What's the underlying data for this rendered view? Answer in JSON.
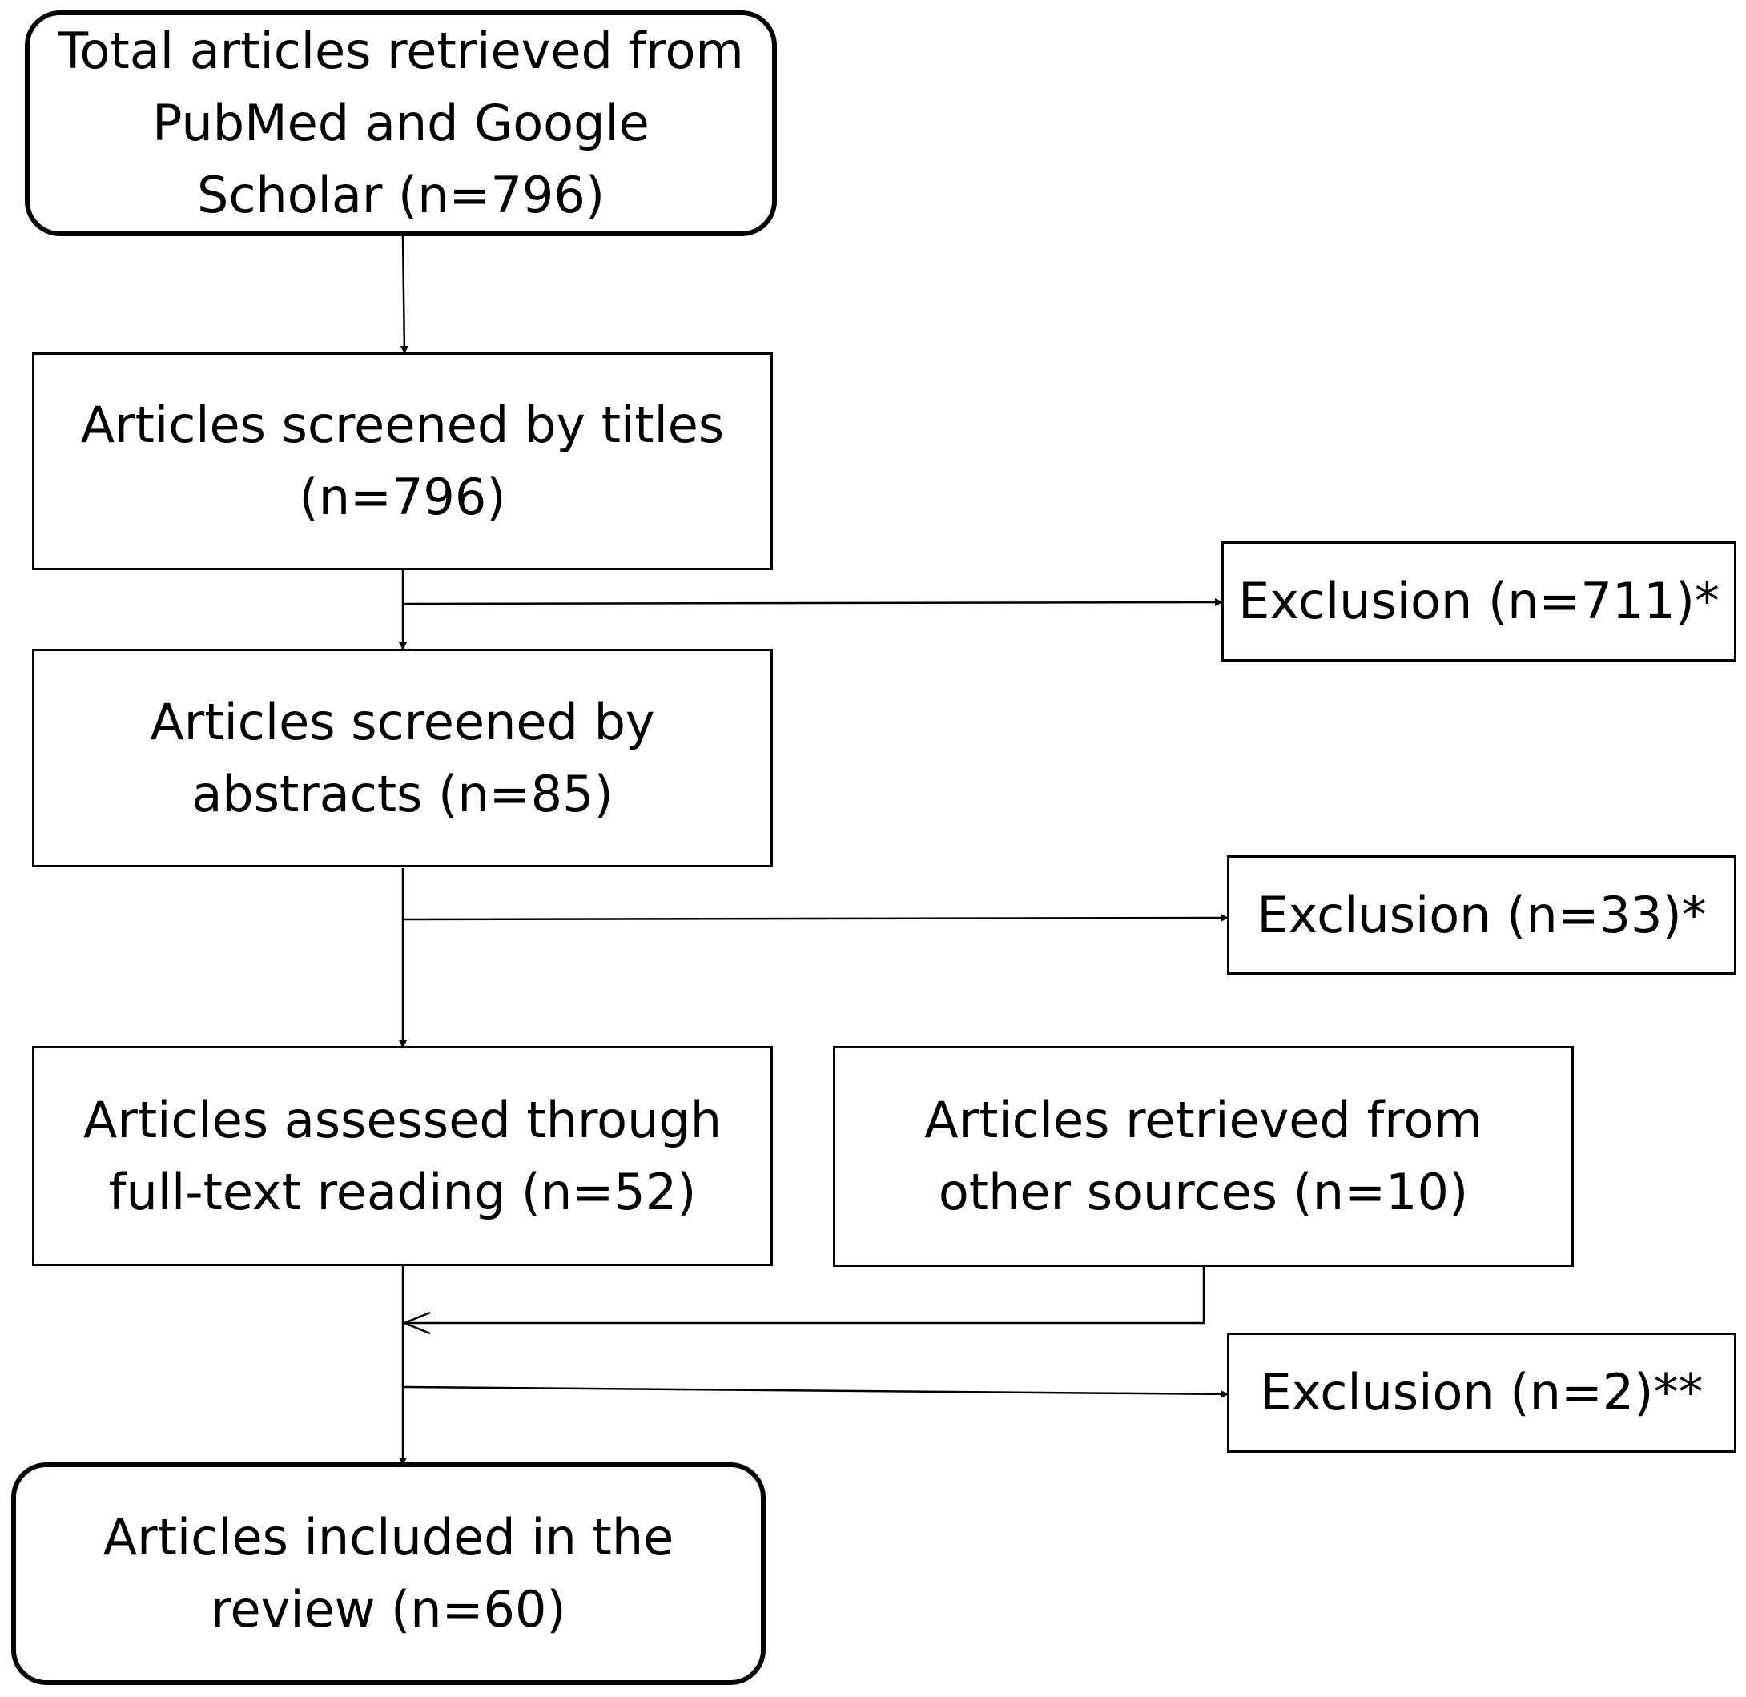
{
  "flow": {
    "retrieved": {
      "lines": [
        "Total articles retrieved from",
        "PubMed and Google",
        "Scholar (n=796)"
      ]
    },
    "titles": {
      "lines": [
        "Articles screened by titles",
        "(n=796)"
      ]
    },
    "abstracts": {
      "lines": [
        "Articles screened by",
        "abstracts (n=85)"
      ]
    },
    "fulltext": {
      "lines": [
        "Articles assessed through",
        "full-text reading (n=52)"
      ]
    },
    "other_sources": {
      "lines": [
        "Articles retrieved from",
        "other sources (n=10)"
      ]
    },
    "included": {
      "lines": [
        "Articles included in the",
        "review (n=60)"
      ]
    },
    "exclusions": [
      {
        "label": "Exclusion (n=711)*"
      },
      {
        "label": "Exclusion (n=33)*"
      },
      {
        "label": "Exclusion (n=2)**"
      }
    ]
  },
  "colors": {
    "stroke": "#000000",
    "fill": "#ffffff"
  }
}
